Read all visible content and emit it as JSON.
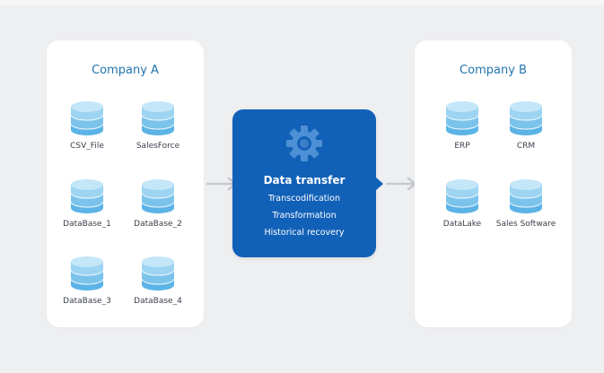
{
  "company_a": {
    "title": "Company A",
    "databases": [
      "CSV_File",
      "SalesForce",
      "DataBase_1",
      "DataBase_2",
      "DataBase_3",
      "DataBase_4"
    ]
  },
  "transfer": {
    "title": "Data transfer",
    "items": [
      "Transcodification",
      "Transformation",
      "Historical recovery"
    ],
    "icon": "gear-icon"
  },
  "company_b": {
    "title": "Company B",
    "databases": [
      "ERP",
      "CRM",
      "DataLake",
      "Sales Software"
    ]
  },
  "colors": {
    "accent": "#1261b8",
    "title_text": "#2273ad",
    "db_light": "#bfe3f8",
    "db_mid": "#8dcbef",
    "db_dark": "#5bb3e6",
    "arrow": "#c6c9ce",
    "background": "#eeeff1"
  }
}
